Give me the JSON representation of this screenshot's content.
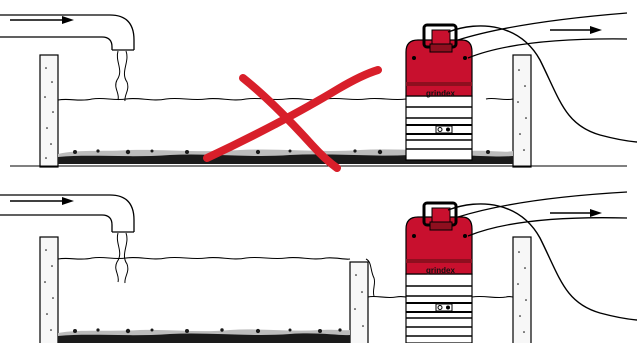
{
  "panels": [
    {
      "id": "top",
      "placement": "incorrect",
      "mark": "red-cross-icon",
      "pump_brand": "grindex"
    },
    {
      "id": "bottom",
      "placement": "correct",
      "mark": "",
      "pump_brand": "grindex"
    }
  ],
  "colors": {
    "pump_body": "#c8102e",
    "pump_dark": "#8e0f1f",
    "cross": "#d81f2a",
    "sediment": "#1a1a1a",
    "stroke": "#000000"
  }
}
